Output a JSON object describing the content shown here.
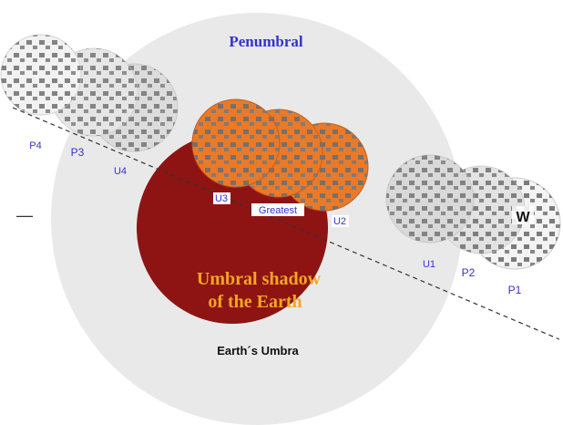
{
  "diagram": {
    "penumbral_label": "Penumbral",
    "umbral_line1": "Umbral shadow",
    "umbral_line2": "of the Earth",
    "umbra_caption": "Earth´s Umbra",
    "greatest_label": "Greatest",
    "contacts": {
      "P1": "P1",
      "P2": "P2",
      "P3": "P3",
      "P4": "P4",
      "U1": "U1",
      "U2": "U2",
      "U3": "U3",
      "U4": "U4"
    },
    "direction_east": "—",
    "direction_west": "W"
  },
  "colors": {
    "penumbra": "#e9e9e9",
    "umbra": "#8e1414",
    "eclipsed_moon": "#e87a2a",
    "moon_gray": "#cfcfcf",
    "label_blue": "#3333cc",
    "umbral_text": "#f5a623"
  }
}
